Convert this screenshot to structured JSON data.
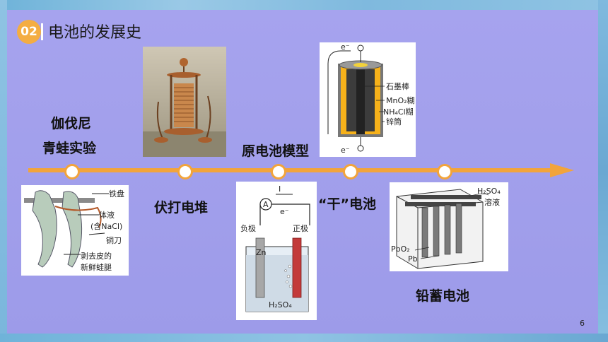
{
  "header": {
    "badge": "02",
    "title": "电池的发展史"
  },
  "labels": {
    "galvani_line1": "伽伐尼",
    "galvani_line2": "青蛙实验",
    "volta": "伏打电堆",
    "primitive": "原电池模型",
    "dry": "“干”电池",
    "lead_acid": "铅蓄电池"
  },
  "frog_diagram": {
    "tray": "铁盘",
    "fluid": "体液",
    "nacl": "(含NaCl)",
    "knife": "铜刀",
    "legs1": "剥去皮的",
    "legs2": "新鲜蛙腿"
  },
  "galvanic_diagram": {
    "current": "I",
    "electron": "e⁻",
    "ammeter": "A",
    "negative": "负极",
    "positive": "正极",
    "zn": "Zn",
    "acid": "H₂SO₄"
  },
  "drycell_diagram": {
    "graphite": "石墨棒",
    "mno2": "MnO₂糊",
    "nh4cl": "NH₄Cl糊",
    "zinc": "锌筒",
    "e_top": "e⁻",
    "e_bottom": "e⁻"
  },
  "lead_diagram": {
    "acid": "H₂SO₄",
    "solution": "溶液",
    "pbo2": "PbO₂",
    "pb": "Pb"
  },
  "page_number": "6",
  "colors": {
    "timeline": "#f2a43b",
    "badge": "#f4ad43",
    "background": "#9d9be9"
  }
}
